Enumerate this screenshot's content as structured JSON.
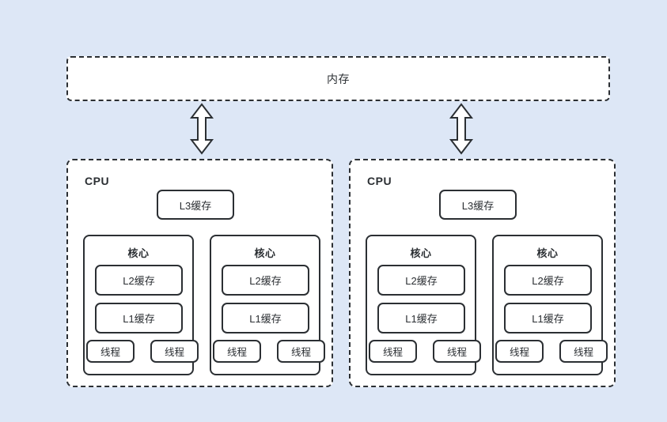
{
  "background_color": "#dde7f6",
  "line_color": "#2b2f33",
  "fill_color": "#ffffff",
  "memory": {
    "label": "内存"
  },
  "arrows": [
    {
      "name": "memory-to-cpu-1",
      "direction": "bidirectional"
    },
    {
      "name": "memory-to-cpu-2",
      "direction": "bidirectional"
    }
  ],
  "cpus": [
    {
      "label": "CPU",
      "l3_cache": "L3缓存",
      "cores": [
        {
          "label": "核心",
          "l2_cache": "L2缓存",
          "l1_cache": "L1缓存",
          "threads": [
            "线程",
            "线程"
          ]
        },
        {
          "label": "核心",
          "l2_cache": "L2缓存",
          "l1_cache": "L1缓存",
          "threads": [
            "线程",
            "线程"
          ]
        }
      ]
    },
    {
      "label": "CPU",
      "l3_cache": "L3缓存",
      "cores": [
        {
          "label": "核心",
          "l2_cache": "L2缓存",
          "l1_cache": "L1缓存",
          "threads": [
            "线程",
            "线程"
          ]
        },
        {
          "label": "核心",
          "l2_cache": "L2缓存",
          "l1_cache": "L1缓存",
          "threads": [
            "线程",
            "线程"
          ]
        }
      ]
    }
  ]
}
